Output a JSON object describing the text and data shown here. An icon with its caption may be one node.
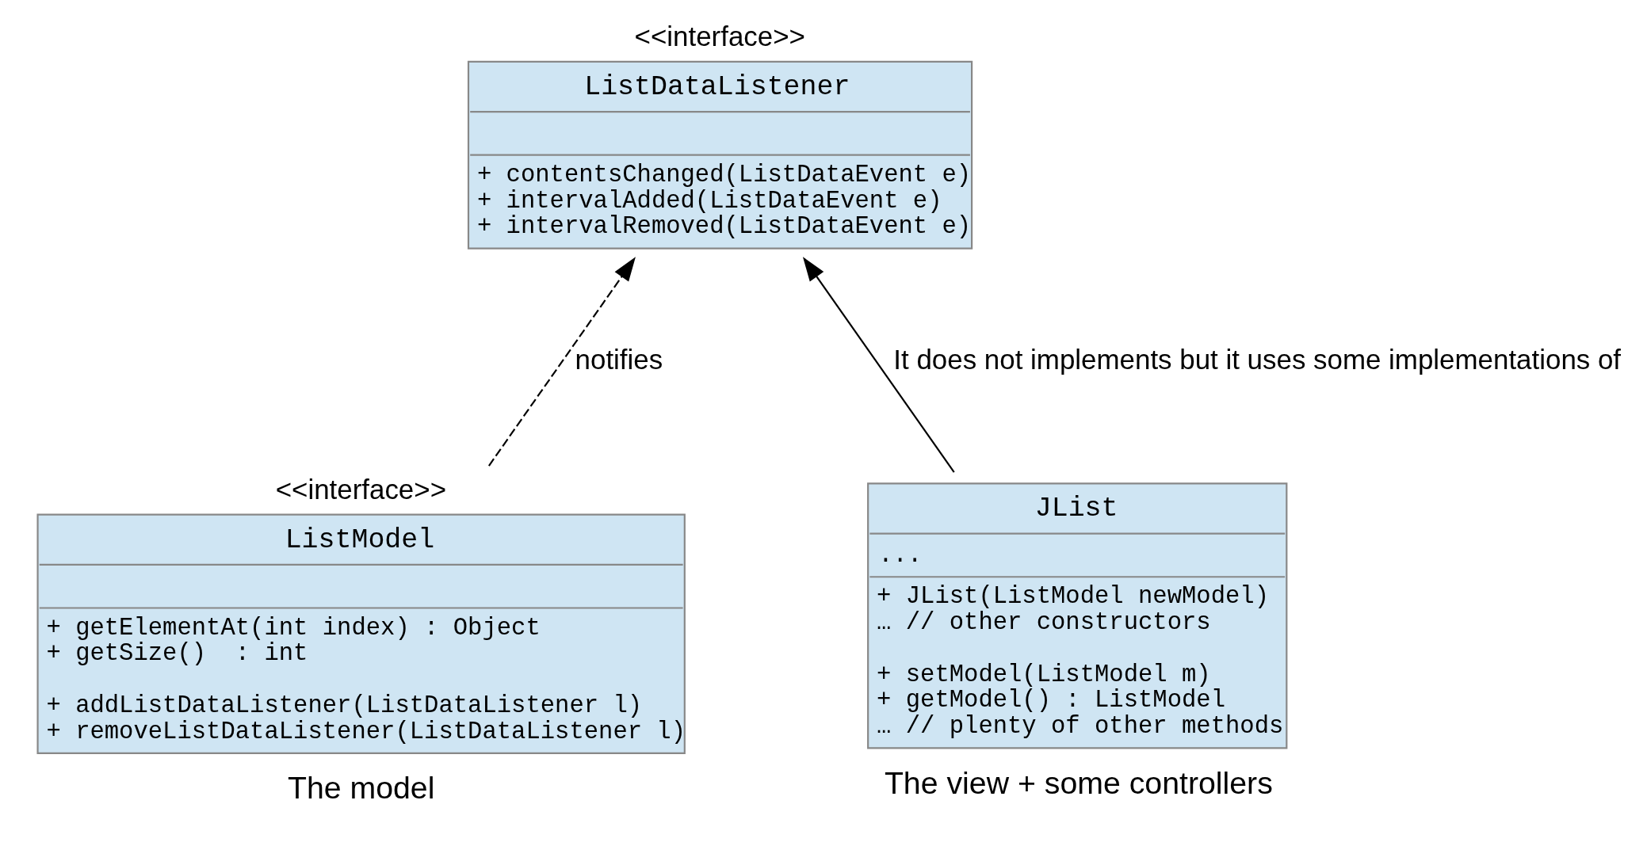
{
  "diagram": {
    "nodes": [
      {
        "text": [
          "<<interface>>",
          "ListDataListener",
          "+ contentsChanged(ListDataEvent e)",
          "+ intervalAdded(ListDataEvent e)",
          "+ intervalRemoved(ListDataEvent e)"
        ]
      },
      {
        "text": [
          "<<interface>>",
          "ListModel",
          "+ getElementAt(int index) : Object",
          "+ getSize()  : int",
          "+ addListDataListener(ListDataListener l)",
          "+ removeListDataListener(ListDataListener l)"
        ],
        "beside": [
          "The model"
        ]
      },
      {
        "text": [
          "JList",
          "...",
          "+ JList(ListModel newModel)",
          "… // other constructors",
          "+ setModel(ListModel m)",
          "+ getModel() : ListModel",
          "… // plenty of other methods"
        ],
        "beside": [
          "The view + some controllers"
        ]
      }
    ],
    "edges": [
      {
        "from": 1,
        "to": 0,
        "arrow": "to",
        "style": "dashed",
        "label": "notifies"
      },
      {
        "from": 2,
        "to": 0,
        "arrow": "to",
        "label": "It does not implements but it uses some implementations of"
      }
    ]
  }
}
